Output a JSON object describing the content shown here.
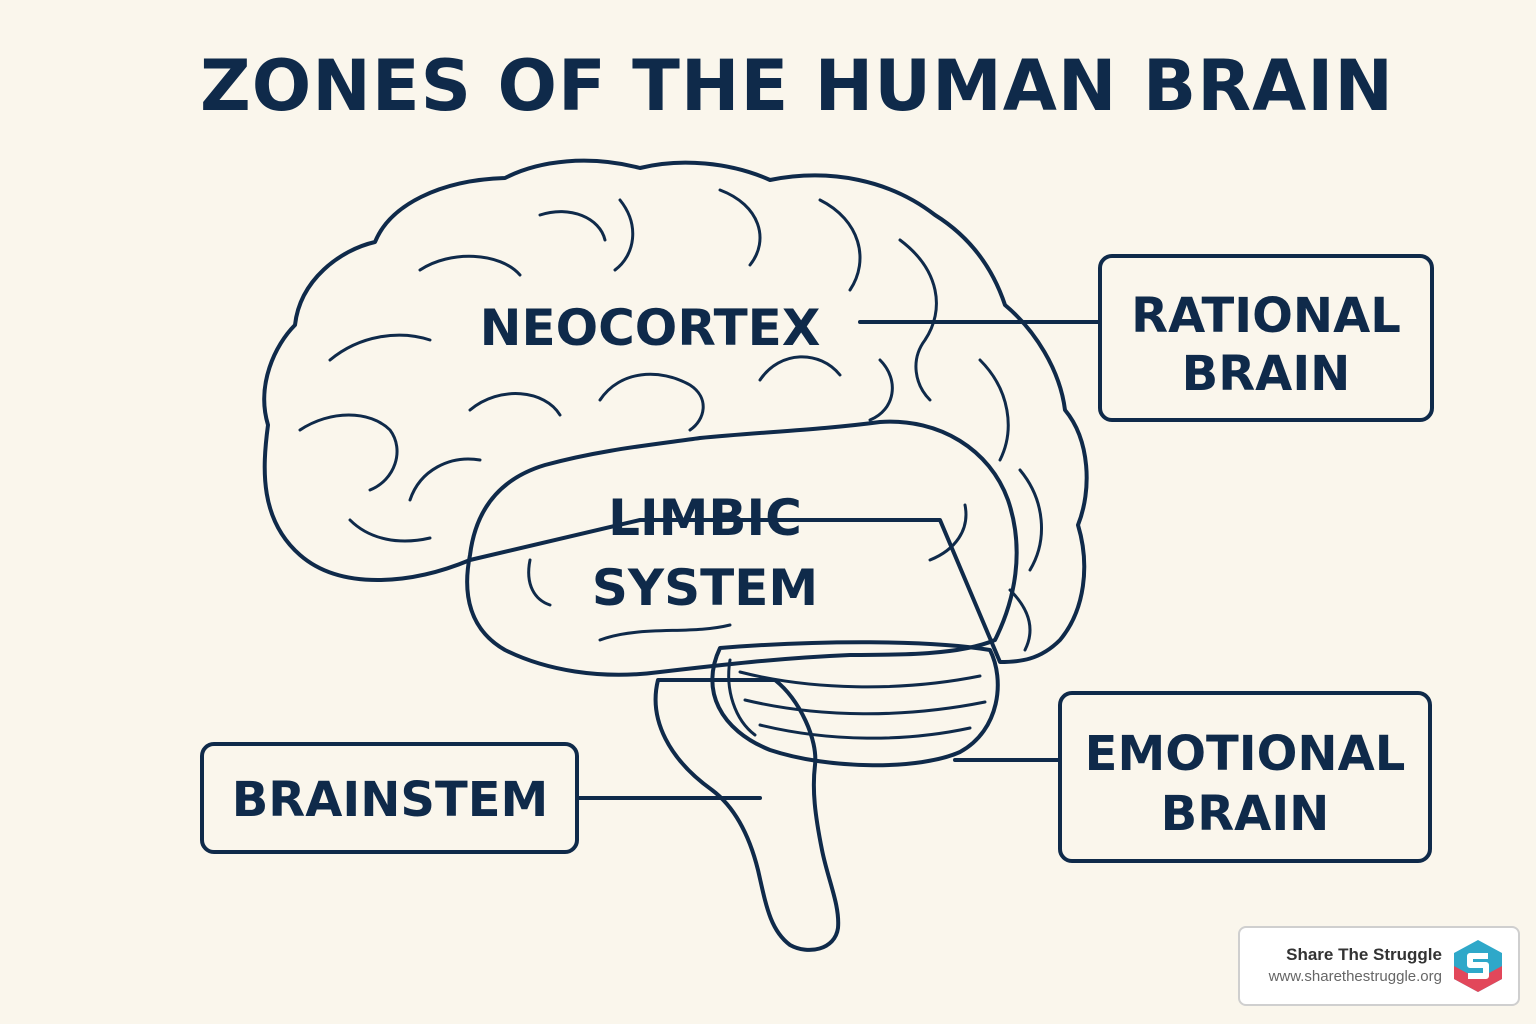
{
  "title": "ZONES OF THE HUMAN BRAIN",
  "regions": {
    "neocortex": "NEOCORTEX",
    "limbic_line1": "LIMBIC",
    "limbic_line2": "SYSTEM"
  },
  "callouts": {
    "rational_line1": "RATIONAL",
    "rational_line2": "BRAIN",
    "emotional_line1": "EMOTIONAL",
    "emotional_line2": "BRAIN",
    "brainstem": "BRAINSTEM"
  },
  "colors": {
    "background": "#faf6ec",
    "outline": "#0f2a4a",
    "neocortex": "#7fcbbd",
    "limbic": "#f6b25c",
    "brainstem": "#e9877a"
  },
  "badge": {
    "name": "Share The Struggle",
    "url": "www.sharethestruggle.org",
    "logo_icon": "share-the-struggle-logo"
  }
}
